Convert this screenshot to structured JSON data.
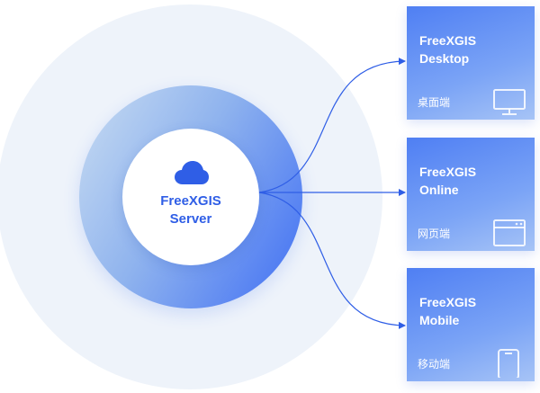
{
  "server": {
    "name": "FreeXGIS",
    "role": "Server",
    "icon": "cloud-icon"
  },
  "clients": [
    {
      "name": "FreeXGIS",
      "product": "Desktop",
      "label": "桌面端",
      "icon": "monitor-icon"
    },
    {
      "name": "FreeXGIS",
      "product": "Online",
      "label": "网页端",
      "icon": "browser-window-icon"
    },
    {
      "name": "FreeXGIS",
      "product": "Mobile",
      "label": "移动端",
      "icon": "phone-icon"
    }
  ],
  "colors": {
    "accent": "#2f5ee6",
    "arrow": "#2f5ee6",
    "card_top": "#4f7ff3",
    "outer_ring": "#eef3fa"
  }
}
